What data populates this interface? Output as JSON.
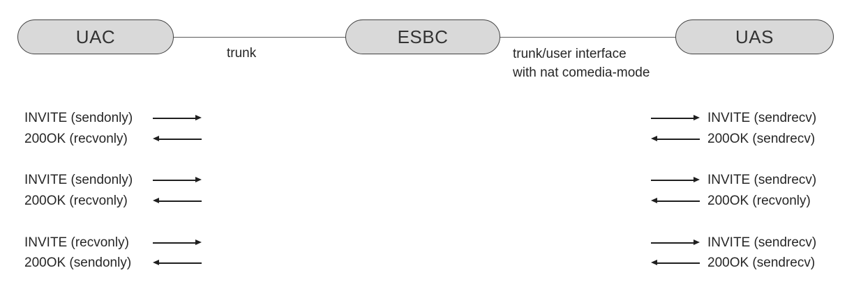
{
  "nodes": [
    {
      "label": "UAC"
    },
    {
      "label": "ESBC"
    },
    {
      "label": "UAS"
    }
  ],
  "links": [
    {
      "label": "trunk"
    },
    {
      "label_line1": "trunk/user interface",
      "label_line2": "with nat comedia-mode"
    }
  ],
  "colors": {
    "node_fill": "#d9d9d9",
    "node_border": "#404040",
    "connector_line": "#5a5a5a",
    "arrow": "#1f1f1f",
    "text": "#262626",
    "background": "#ffffff"
  },
  "messages": {
    "left": [
      {
        "label": "INVITE (sendonly)",
        "direction": "right"
      },
      {
        "label": "200OK (recvonly)",
        "direction": "left"
      },
      {
        "label": "INVITE (sendonly)",
        "direction": "right"
      },
      {
        "label": "200OK (recvonly)",
        "direction": "left"
      },
      {
        "label": "INVITE (recvonly)",
        "direction": "right"
      },
      {
        "label": "200OK (sendonly)",
        "direction": "left"
      }
    ],
    "right": [
      {
        "label": "INVITE (sendrecv)",
        "direction": "right"
      },
      {
        "label": "200OK (sendrecv)",
        "direction": "left"
      },
      {
        "label": "INVITE (sendrecv)",
        "direction": "right"
      },
      {
        "label": "200OK (recvonly)",
        "direction": "left"
      },
      {
        "label": "INVITE (sendrecv)",
        "direction": "right"
      },
      {
        "label": "200OK (sendrecv)",
        "direction": "left"
      }
    ]
  }
}
